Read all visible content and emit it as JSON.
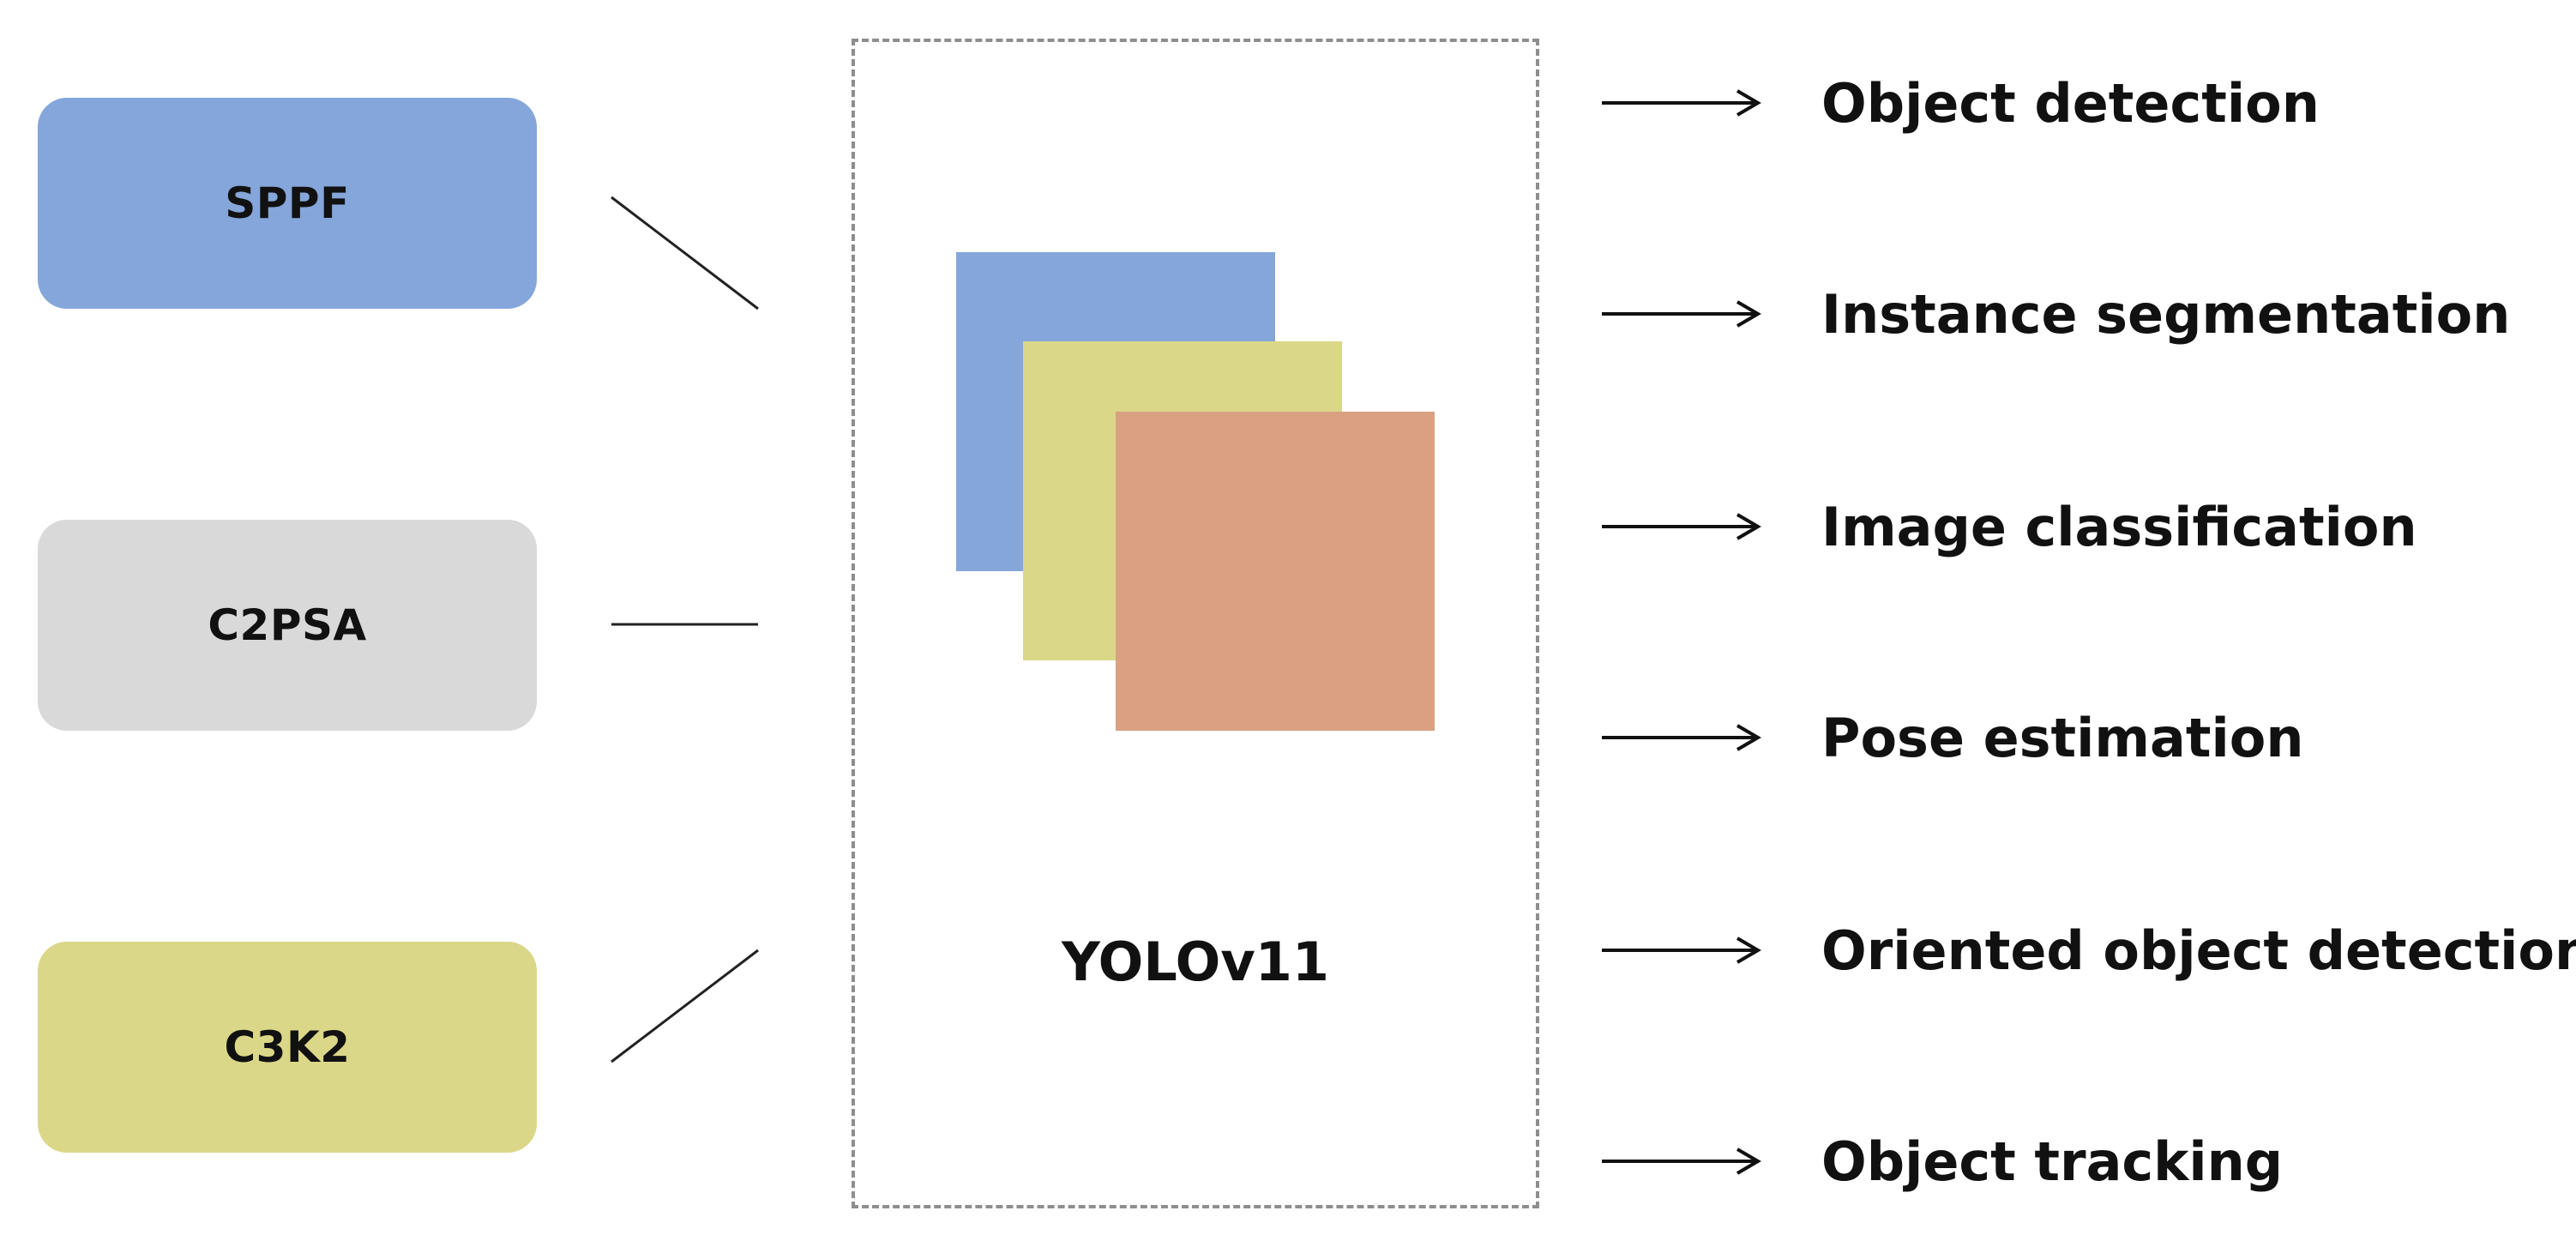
{
  "modules": [
    {
      "label": "SPPF",
      "color": "#84a6da"
    },
    {
      "label": "C2PSA",
      "color": "#d9d9d9"
    },
    {
      "label": "C3K2",
      "color": "#dbd788"
    }
  ],
  "model": {
    "label": "YOLOv11",
    "layer_colors": [
      "#84a6da",
      "#dbd788",
      "#d9a082"
    ]
  },
  "tasks": [
    {
      "label": "Object detection"
    },
    {
      "label": "Instance segmentation"
    },
    {
      "label": "Image classification"
    },
    {
      "label": "Pose estimation"
    },
    {
      "label": "Oriented object detection"
    },
    {
      "label": "Object tracking"
    }
  ]
}
